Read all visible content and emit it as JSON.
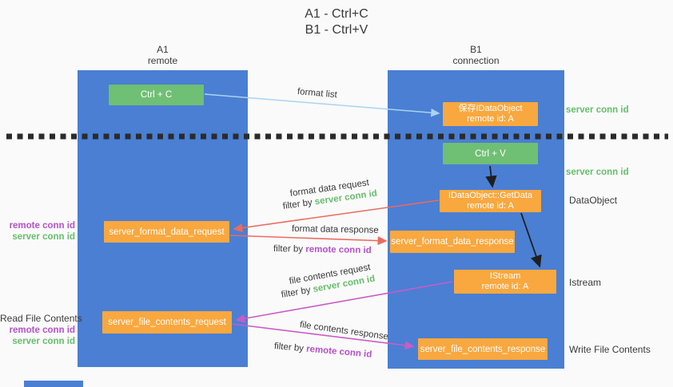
{
  "title": {
    "line1": "A1 - Ctrl+C",
    "line2": "B1 - Ctrl+V"
  },
  "lifelines": {
    "left": {
      "name": "A1",
      "role": "remote"
    },
    "right": {
      "name": "B1",
      "role": "connection"
    }
  },
  "boxes": {
    "ctrl_c": {
      "label": "Ctrl + C"
    },
    "save_idataobject": {
      "line1": "保存IDataObject",
      "line2": "remote id: A"
    },
    "ctrl_v": {
      "label": "Ctrl + V"
    },
    "getdata": {
      "line1": "IDataObject::GetData",
      "line2": "remote id: A"
    },
    "server_format_data_request": {
      "label": "server_format_data_request"
    },
    "server_format_data_response": {
      "label": "server_format_data_response"
    },
    "istream": {
      "line1": "IStream",
      "line2": "remote id: A"
    },
    "server_file_contents_request": {
      "label": "server_file_contents_request"
    },
    "server_file_contents_response": {
      "label": "server_file_contents_response"
    }
  },
  "arrows": {
    "format_list": {
      "label": "format list"
    },
    "format_data_request": {
      "label": "format data request",
      "filter_prefix": "filter by",
      "filter_key": "server conn id"
    },
    "format_data_response": {
      "label": "format data response",
      "filter_prefix": "filter by",
      "filter_key": "remote conn id"
    },
    "file_contents_request": {
      "label": "file contents request",
      "filter_prefix": "filter by",
      "filter_key": "server conn id"
    },
    "file_contents_response": {
      "label": "file contents response",
      "filter_prefix": "filter by",
      "filter_key": "remote conn id"
    }
  },
  "side_labels": {
    "server_conn_id_top": "server conn id",
    "server_conn_id_mid": "server conn id",
    "dataobject": "DataObject",
    "istream": "Istream",
    "write_file_contents": "Write File Contents",
    "read_file_contents": "Read File Contents",
    "mid_left": {
      "line1": "remote conn id",
      "line2": "server conn id"
    },
    "bottom_left": {
      "line1": "remote conn id",
      "line2": "server conn id"
    }
  },
  "colors": {
    "lifeline_blue": "#4a7fd3",
    "box_green": "#6fbf74",
    "box_orange": "#f8a83f",
    "text_green": "#67bd6c",
    "text_purple": "#b352c9",
    "arrow_red": "#ed6a5f",
    "arrow_magenta": "#c95cc6",
    "arrow_light_blue": "#a8d4f0",
    "arrow_black": "#1f1f1f",
    "dotted_line": "#2b2b2b"
  }
}
